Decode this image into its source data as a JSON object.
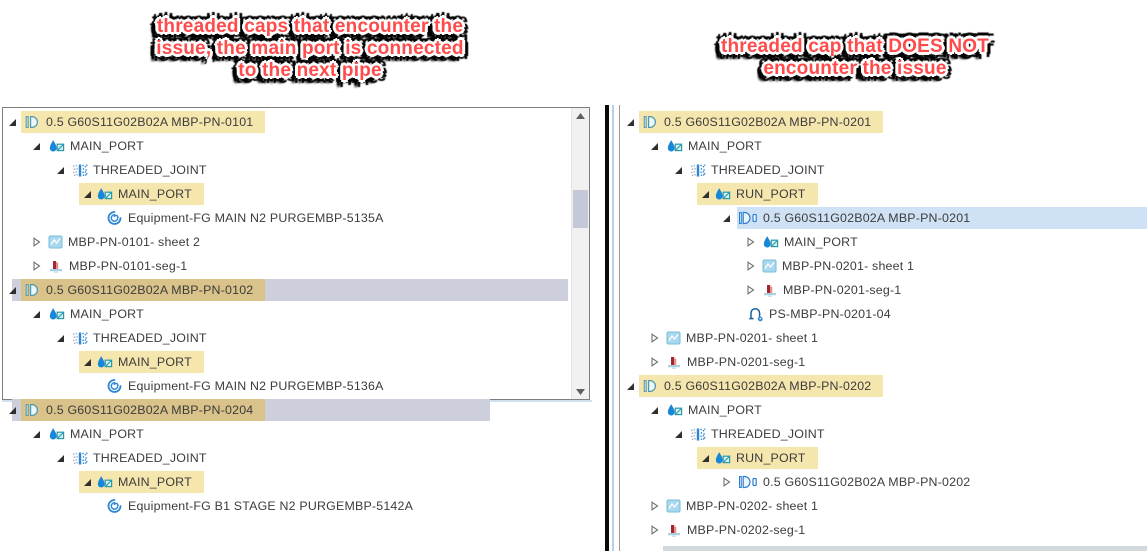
{
  "annotations": {
    "left": {
      "lines": [
        "threaded caps that encounter the",
        "issue, the main port is connected",
        "to the next pipe"
      ]
    },
    "right": {
      "lines": [
        "threaded cap that DOES NOT",
        "encounter the issue"
      ]
    }
  },
  "colors": {
    "annotation_red": "#ff4b4b",
    "highlight_yellow": "#f5e6ae",
    "highlight_yellow_dark": "#d9c38a",
    "selection_gray": "#cdcfdc",
    "selection_blue": "#cfe1f4"
  },
  "left_panel": {
    "rows": [
      {
        "label": "0.5 G60S11G02B02A MBP-PN-0101",
        "level": 0,
        "arrow": "expanded",
        "icon": "pipe",
        "hl": "yellow"
      },
      {
        "label": "MAIN_PORT",
        "level": 1,
        "arrow": "expanded",
        "icon": "port"
      },
      {
        "label": "THREADED_JOINT",
        "level": 2,
        "arrow": "expanded",
        "icon": "joint"
      },
      {
        "label": "MAIN_PORT",
        "level": 3,
        "arrow": "expanded",
        "icon": "port",
        "hl": "yellow"
      },
      {
        "label": "Equipment-FG MAIN N2 PURGEMBP-5135A",
        "level": 4,
        "arrow": "none",
        "icon": "equipment"
      },
      {
        "label": "MBP-PN-0101- sheet 2",
        "level": 1,
        "arrow": "collapsed",
        "icon": "sheet"
      },
      {
        "label": "MBP-PN-0101-seg-1",
        "level": 1,
        "arrow": "collapsed",
        "icon": "seg"
      },
      {
        "label": "0.5 G60S11G02B02A MBP-PN-0102",
        "level": 0,
        "arrow": "expanded",
        "icon": "pipe",
        "hl": "yellow-dark",
        "sel": "gray",
        "sel_from": 12,
        "sel_to": 568
      },
      {
        "label": "MAIN_PORT",
        "level": 1,
        "arrow": "expanded",
        "icon": "port"
      },
      {
        "label": "THREADED_JOINT",
        "level": 2,
        "arrow": "expanded",
        "icon": "joint"
      },
      {
        "label": "MAIN_PORT",
        "level": 3,
        "arrow": "expanded",
        "icon": "port",
        "hl": "yellow"
      },
      {
        "label": "Equipment-FG MAIN N2 PURGEMBP-5136A",
        "level": 4,
        "arrow": "none",
        "icon": "equipment"
      }
    ]
  },
  "left_below": {
    "rows": [
      {
        "label": "0.5 G60S11G02B02A MBP-PN-0204",
        "level": 0,
        "arrow": "expanded",
        "icon": "pipe",
        "hl": "yellow-dark",
        "sel": "gray",
        "sel_from": 12,
        "sel_to": 490
      },
      {
        "label": "MAIN_PORT",
        "level": 1,
        "arrow": "expanded",
        "icon": "port"
      },
      {
        "label": "THREADED_JOINT",
        "level": 2,
        "arrow": "expanded",
        "icon": "joint"
      },
      {
        "label": "MAIN_PORT",
        "level": 3,
        "arrow": "expanded",
        "icon": "port",
        "hl": "yellow"
      },
      {
        "label": "Equipment-FG B1 STAGE N2 PURGEMBP-5142A",
        "level": 4,
        "arrow": "none",
        "icon": "equipment"
      }
    ]
  },
  "right_panel": {
    "rows": [
      {
        "label": "0.5 G60S11G02B02A MBP-PN-0201",
        "level": 0,
        "arrow": "expanded",
        "icon": "pipe",
        "hl": "yellow"
      },
      {
        "label": "MAIN_PORT",
        "level": 1,
        "arrow": "expanded",
        "icon": "port"
      },
      {
        "label": "THREADED_JOINT",
        "level": 2,
        "arrow": "expanded",
        "icon": "joint"
      },
      {
        "label": "RUN_PORT",
        "level": 3,
        "arrow": "expanded",
        "icon": "port",
        "hl": "yellow"
      },
      {
        "label": "0.5 G60S11G02B02A MBP-PN-0201",
        "level": 4,
        "arrow": "expanded",
        "icon": "piperun",
        "sel": "blue",
        "sel_from": 737,
        "sel_to": 1147
      },
      {
        "label": "MAIN_PORT",
        "level": 5,
        "arrow": "collapsed",
        "icon": "port"
      },
      {
        "label": "MBP-PN-0201- sheet 1",
        "level": 5,
        "arrow": "collapsed",
        "icon": "sheet"
      },
      {
        "label": "MBP-PN-0201-seg-1",
        "level": 5,
        "arrow": "collapsed",
        "icon": "seg"
      },
      {
        "label": "PS-MBP-PN-0201-04",
        "level": 5,
        "arrow": "none",
        "icon": "ps"
      },
      {
        "label": "MBP-PN-0201- sheet 1",
        "level": 1,
        "arrow": "collapsed",
        "icon": "sheet"
      },
      {
        "label": "MBP-PN-0201-seg-1",
        "level": 1,
        "arrow": "collapsed",
        "icon": "seg"
      },
      {
        "label": "0.5 G60S11G02B02A MBP-PN-0202",
        "level": 0,
        "arrow": "expanded",
        "icon": "pipe",
        "hl": "yellow"
      },
      {
        "label": "MAIN_PORT",
        "level": 1,
        "arrow": "expanded",
        "icon": "port"
      },
      {
        "label": "THREADED_JOINT",
        "level": 2,
        "arrow": "expanded",
        "icon": "joint"
      },
      {
        "label": "RUN_PORT",
        "level": 3,
        "arrow": "expanded",
        "icon": "port",
        "hl": "yellow"
      },
      {
        "label": "0.5 G60S11G02B02A MBP-PN-0202",
        "level": 4,
        "arrow": "collapsed",
        "icon": "piperun"
      },
      {
        "label": "MBP-PN-0202- sheet 1",
        "level": 1,
        "arrow": "collapsed",
        "icon": "sheet"
      },
      {
        "label": "MBP-PN-0202-seg-1",
        "level": 1,
        "arrow": "collapsed",
        "icon": "seg"
      }
    ]
  }
}
